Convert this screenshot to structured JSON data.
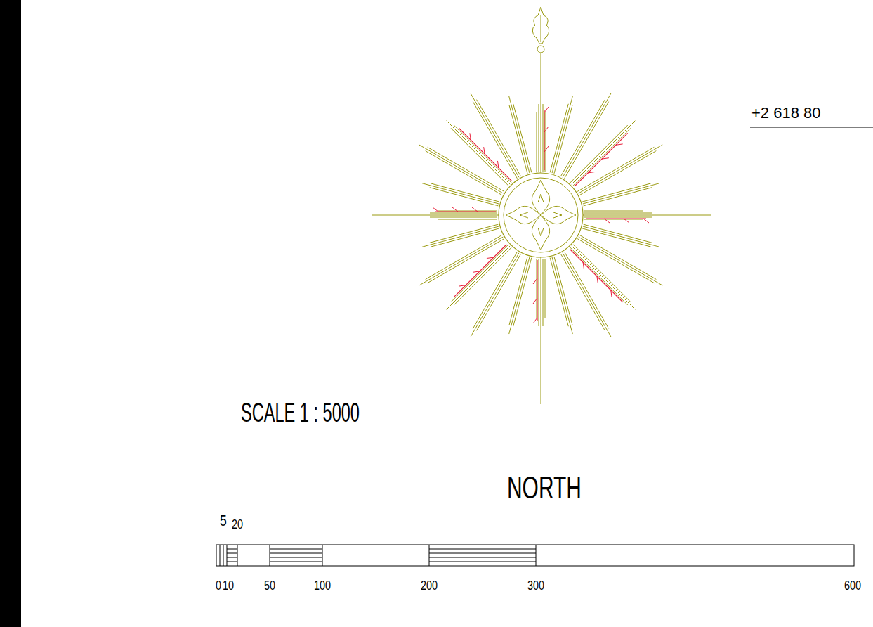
{
  "diagram": {
    "labels": [
      "+2 618 80",
      "SCALE 1 : 5000",
      "NORTH",
      "5",
      "20",
      "0",
      "10",
      "50",
      "100",
      "200",
      "300",
      "600"
    ]
  }
}
